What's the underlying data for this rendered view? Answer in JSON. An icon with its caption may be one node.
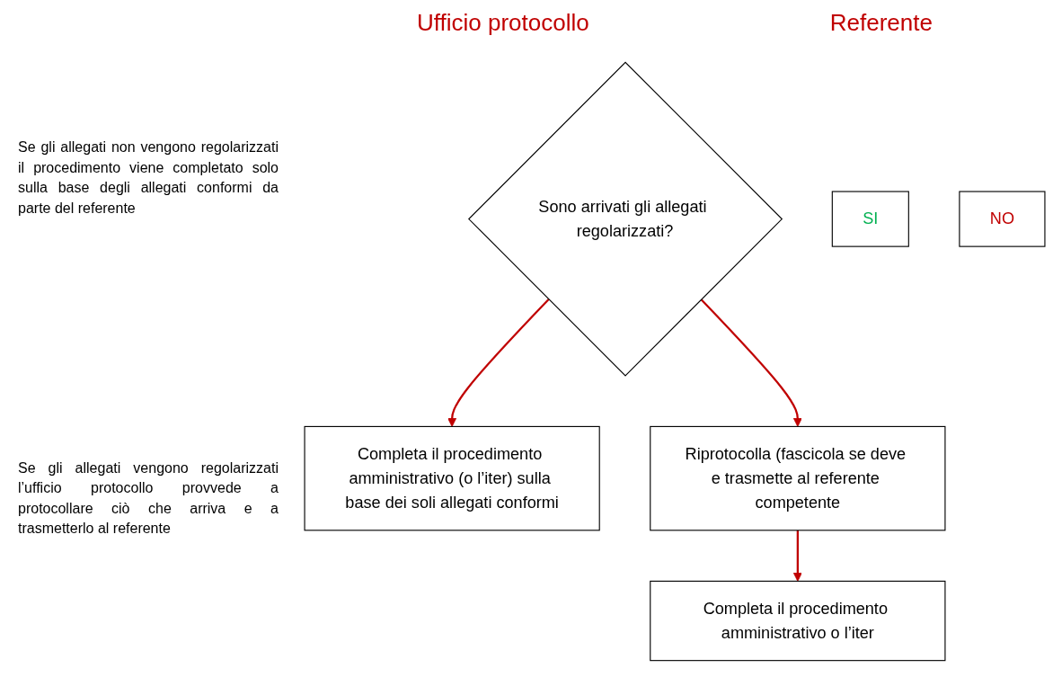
{
  "diagram": {
    "nodes": [
      {
        "text": [
          "Sono arrivati gli allegati regolarizzati?"
        ]
      },
      {
        "text": [
          "SI"
        ]
      },
      {
        "text": [
          "NO"
        ]
      },
      {
        "text": [
          "Completa il procedimento amministrativo (o l’iter) sulla base dei soli allegati conformi"
        ]
      },
      {
        "text": [
          "Riprotocolla (fascicola se deve e trasmette al referente competente"
        ]
      },
      {
        "text": [
          "Completa il procedimento amministrativo o l’iter"
        ]
      }
    ],
    "edges": [
      {
        "from": 0,
        "to": 4,
        "arrow": "to"
      },
      {
        "from": 0,
        "to": 3,
        "arrow": "to"
      },
      {
        "from": 4,
        "to": 5,
        "arrow": "to"
      }
    ],
    "labels": [
      "Ufficio protocollo",
      "Referente",
      "Se gli allegati non vengono regolarizzati il procedimento viene completato solo sulla base degli allegati conformi da parte del referente",
      "Se gli allegati vengono regolarizzati l’ufficio protocollo provvede a protocollare ciò che arriva e a trasmetterlo al referente"
    ]
  }
}
